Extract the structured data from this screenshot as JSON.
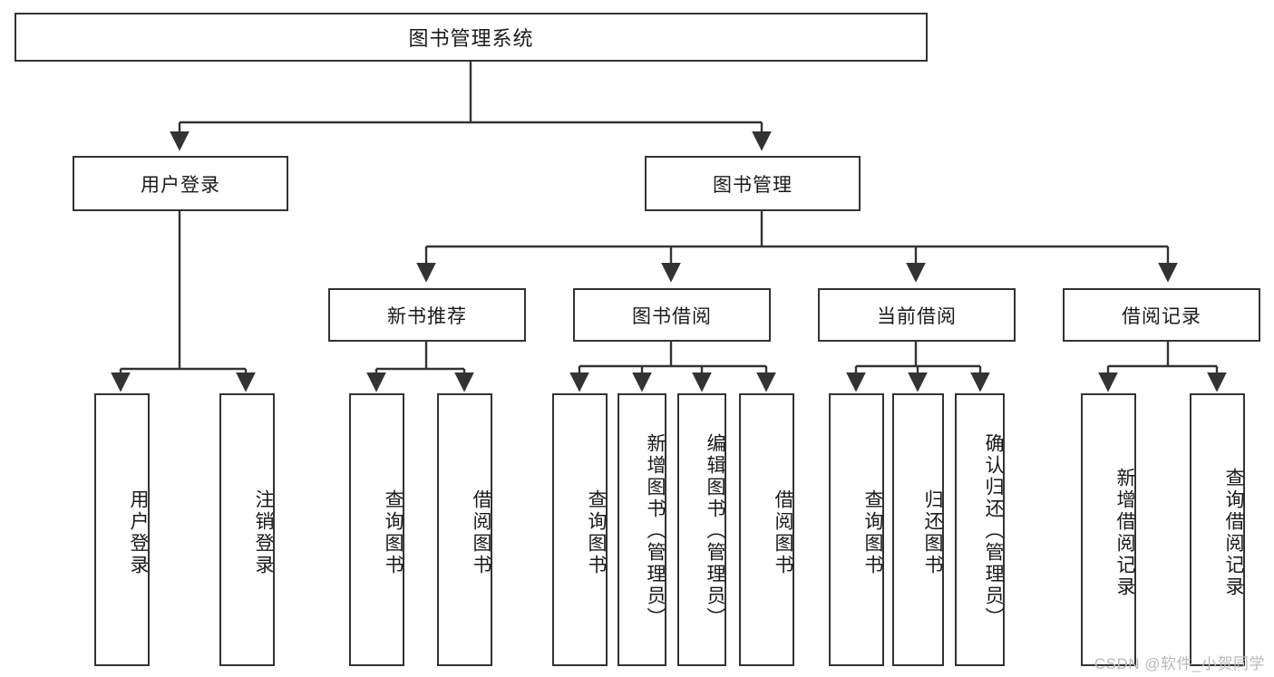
{
  "diagram": {
    "type": "tree-hierarchy",
    "title_node": "图书管理系统",
    "watermark": "CSDN @软件_小贺同学",
    "colors": {
      "stroke": "#333333",
      "fill": "#ffffff",
      "text": "#1a1a1a",
      "watermark": "#b9b9b9"
    },
    "nodes": {
      "root": "图书管理系统",
      "l2": {
        "user_login": "用户登录",
        "book_mgmt": "图书管理"
      },
      "l3": {
        "new_book_rec": "新书推荐",
        "book_borrow": "图书借阅",
        "current_borrow": "当前借阅",
        "borrow_record": "借阅记录"
      },
      "leaves": {
        "user_login_1": "用户登录",
        "user_login_2": "注销登录",
        "new_book_1": "查询图书",
        "new_book_2": "借阅图书",
        "borrow_1": "查询图书",
        "borrow_2": "新增图书（管理员）",
        "borrow_3": "编辑图书（管理员）",
        "borrow_4": "借阅图书",
        "current_1": "查询图书",
        "current_2": "归还图书",
        "current_3": "确认归还（管理员）",
        "record_1": "新增借阅记录",
        "record_2": "查询借阅记录"
      }
    }
  }
}
